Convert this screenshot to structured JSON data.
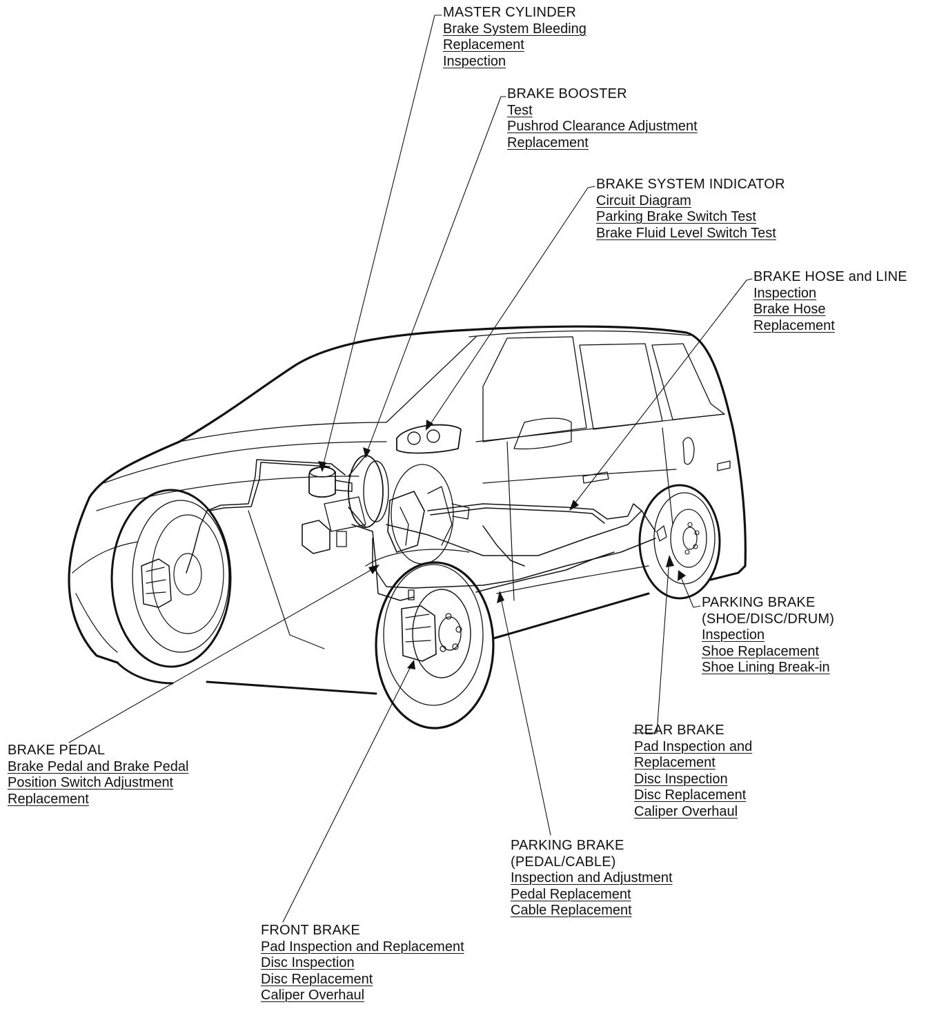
{
  "callouts": {
    "master_cylinder": {
      "title": "MASTER CYLINDER",
      "links": [
        "Brake System Bleeding",
        "Replacement",
        "Inspection"
      ]
    },
    "brake_booster": {
      "title": "BRAKE BOOSTER",
      "links": [
        "Test",
        "Pushrod Clearance Adjustment",
        "Replacement"
      ]
    },
    "brake_system_indicator": {
      "title": "BRAKE SYSTEM INDICATOR",
      "links": [
        "Circuit Diagram",
        "Parking Brake Switch Test",
        "Brake Fluid Level Switch Test"
      ]
    },
    "brake_hose_and_line": {
      "title": "BRAKE HOSE and LINE",
      "links": [
        "Inspection",
        "Brake Hose",
        "Replacement"
      ]
    },
    "parking_brake_shoe": {
      "title_lines": [
        "PARKING BRAKE",
        "(SHOE/DISC/DRUM)"
      ],
      "links": [
        "Inspection",
        "Shoe Replacement",
        "Shoe Lining Break-in"
      ]
    },
    "rear_brake": {
      "title": "REAR BRAKE",
      "links": [
        "Pad Inspection and",
        "Replacement",
        "Disc Inspection",
        "Disc Replacement",
        "Caliper Overhaul"
      ]
    },
    "parking_brake_pedal": {
      "title_lines": [
        "PARKING BRAKE",
        "(PEDAL/CABLE)"
      ],
      "links": [
        "Inspection and Adjustment",
        "Pedal Replacement",
        "Cable Replacement"
      ]
    },
    "front_brake": {
      "title": "FRONT BRAKE",
      "links": [
        "Pad Inspection and Replacement",
        "Disc Inspection",
        "Disc Replacement",
        "Caliper Overhaul"
      ]
    },
    "brake_pedal": {
      "title": "BRAKE PEDAL",
      "links": [
        "Brake Pedal and Brake Pedal",
        "Position Switch Adjustment",
        "Replacement"
      ]
    }
  },
  "colors": {
    "line": "#111111",
    "background": "#ffffff"
  }
}
